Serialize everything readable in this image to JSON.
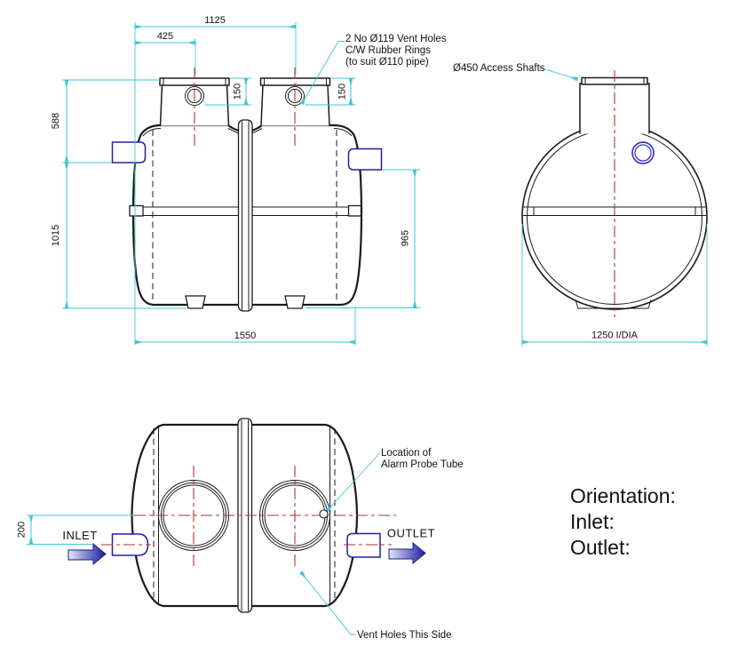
{
  "side_view": {
    "dim_1125": "1125",
    "dim_425": "425",
    "dim_588": "588",
    "dim_1015": "1015",
    "dim_150_a": "150",
    "dim_150_b": "150",
    "dim_965": "965",
    "dim_1550": "1550",
    "vent_note_l1": "2 No Ø119 Vent Holes",
    "vent_note_l2": "C/W Rubber Rings",
    "vent_note_l3": "(to suit Ø110 pipe)"
  },
  "end_view": {
    "access_label": "Ø450 Access Shafts",
    "dim_dia": "1250 I/DIA"
  },
  "plan_view": {
    "dim_200": "200",
    "inlet_label": "INLET",
    "outlet_label": "OUTLET",
    "alarm_note_l1": "Location of",
    "alarm_note_l2": "Alarm Probe Tube",
    "vent_note": "Vent Holes This Side"
  },
  "orientation_block": {
    "line1": "Orientation:",
    "line2": "Inlet:",
    "line3": "Outlet:"
  },
  "colors": {
    "dimension_cyan": "#3fc6dc",
    "centerline_red": "#b23232",
    "pipe_navy": "#20209a",
    "vent_blue": "#3b3bcc",
    "line_black": "#1a1a1a"
  }
}
